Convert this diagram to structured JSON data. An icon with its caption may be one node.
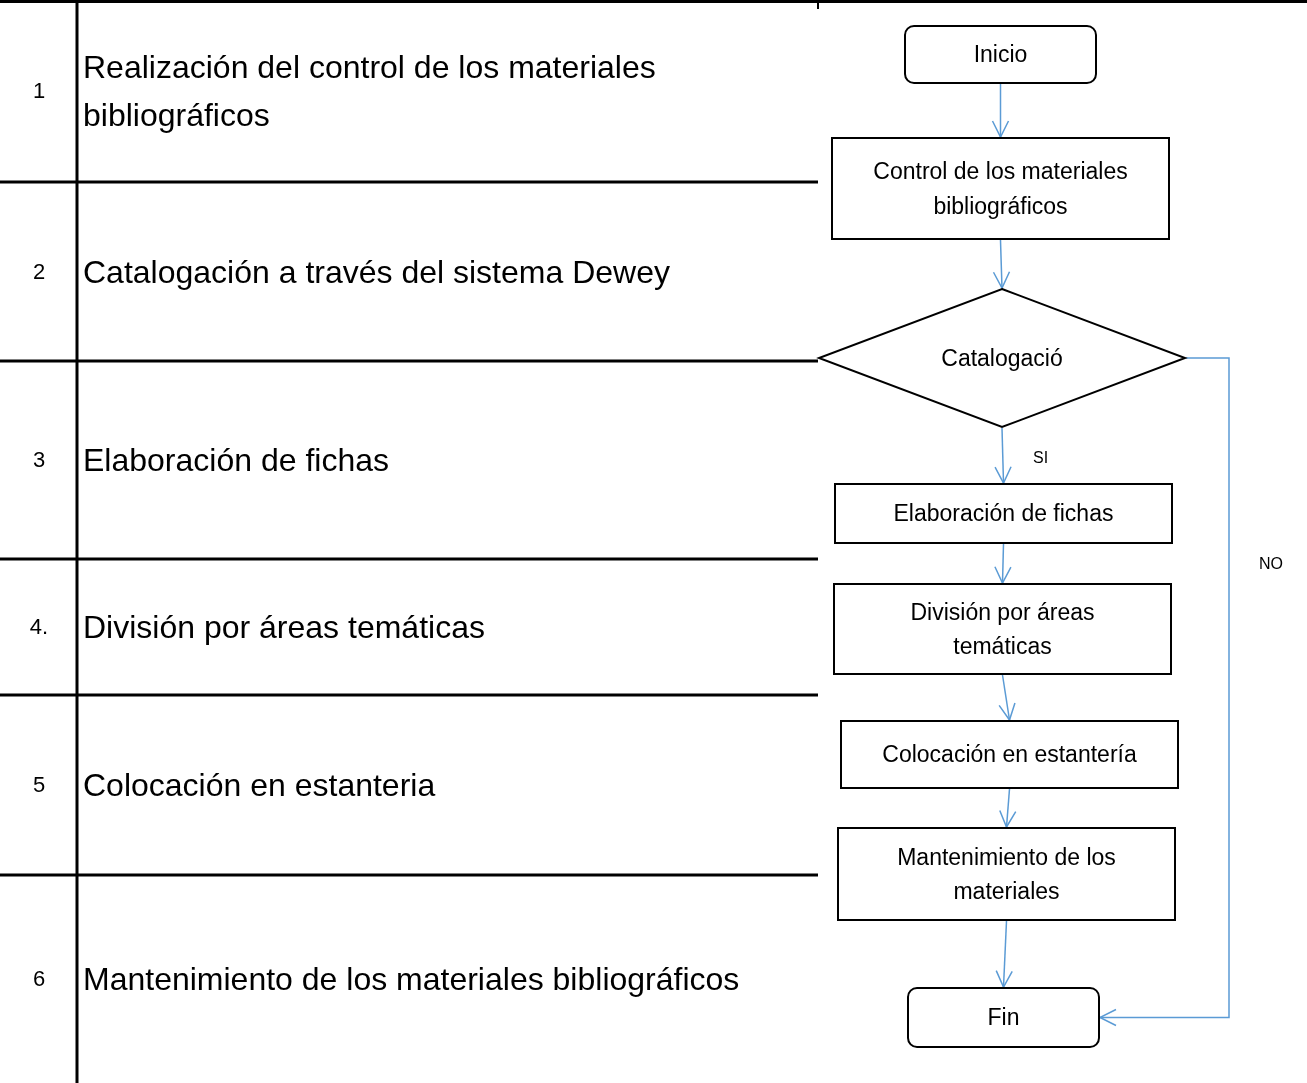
{
  "diagram": {
    "nodes": [
      {
        "text": [
          "Inicio"
        ]
      },
      {
        "text": [
          "Control de los materiales bibliográficos"
        ]
      },
      {
        "text": [
          "Catalogació"
        ]
      },
      {
        "text": [
          "Elaboración de fichas"
        ]
      },
      {
        "text": [
          "División por áreas temáticas"
        ]
      },
      {
        "text": [
          "Colocación en estantería"
        ]
      },
      {
        "text": [
          "Mantenimiento de los materiales"
        ]
      },
      {
        "text": [
          "Fin"
        ]
      }
    ],
    "edges": [
      {
        "from": 0,
        "to": 1,
        "arrow": "to"
      },
      {
        "from": 1,
        "to": 2,
        "arrow": "to"
      },
      {
        "from": 2,
        "to": 3,
        "arrow": "to",
        "label": "SI"
      },
      {
        "from": 2,
        "to": 7,
        "arrow": "to",
        "label": "NO"
      },
      {
        "from": 3,
        "to": 4,
        "arrow": "to"
      },
      {
        "from": 4,
        "to": 5,
        "arrow": "to"
      },
      {
        "from": 5,
        "to": 6,
        "arrow": "to"
      },
      {
        "from": 6,
        "to": 7,
        "arrow": "to"
      }
    ],
    "labels": [
      "1",
      "Realización del control de los materiales bibliográficos",
      "2",
      "Catalogación a través del sistema Dewey",
      "3",
      "Elaboración de fichas",
      "4.",
      "División por áreas temáticas",
      "5",
      "Colocación en estanteria",
      "6",
      "Mantenimiento de los materiales bibliográficos"
    ]
  }
}
